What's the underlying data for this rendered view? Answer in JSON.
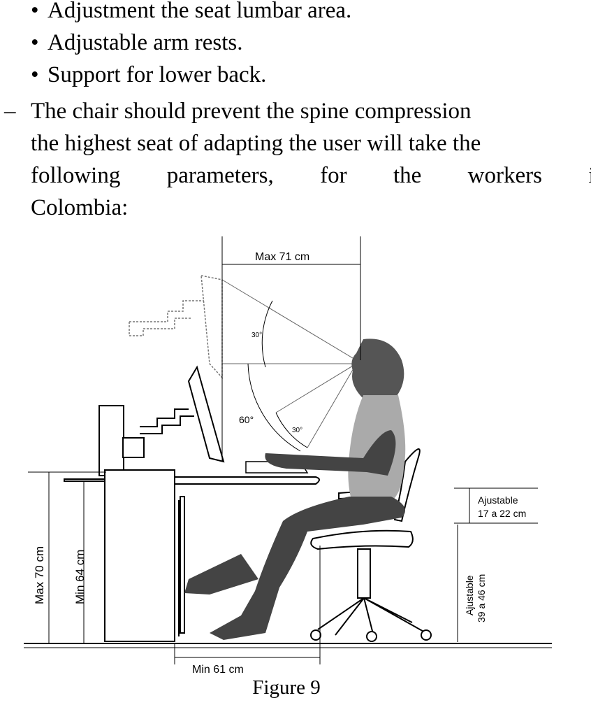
{
  "bullets": [
    "Adjustment the seat lumbar area.",
    "Adjustable arm rests.",
    "Support for lower back."
  ],
  "dash": "–",
  "paragraph_lines": [
    "The chair should prevent the spine compression",
    "the highest seat of adapting the user will take the",
    [
      "following",
      "parameters,",
      "for",
      "the",
      "workers",
      "in"
    ],
    "Colombia:"
  ],
  "figure": {
    "labels": {
      "max_distance": "Max 71 cm",
      "angle_top": "30°",
      "angle_large": "60°",
      "angle_small": "30°",
      "adjustable_top": "Ajustable",
      "adjustable_top_range": "17 a 22 cm",
      "adjustable_seat": "Ajustable",
      "adjustable_seat_range": "39 a 46 cm",
      "max_desk": "Max 70 cm",
      "min_desk": "Min 64 cm",
      "min_depth": "Min 61 cm"
    }
  },
  "caption": "Figure 9"
}
